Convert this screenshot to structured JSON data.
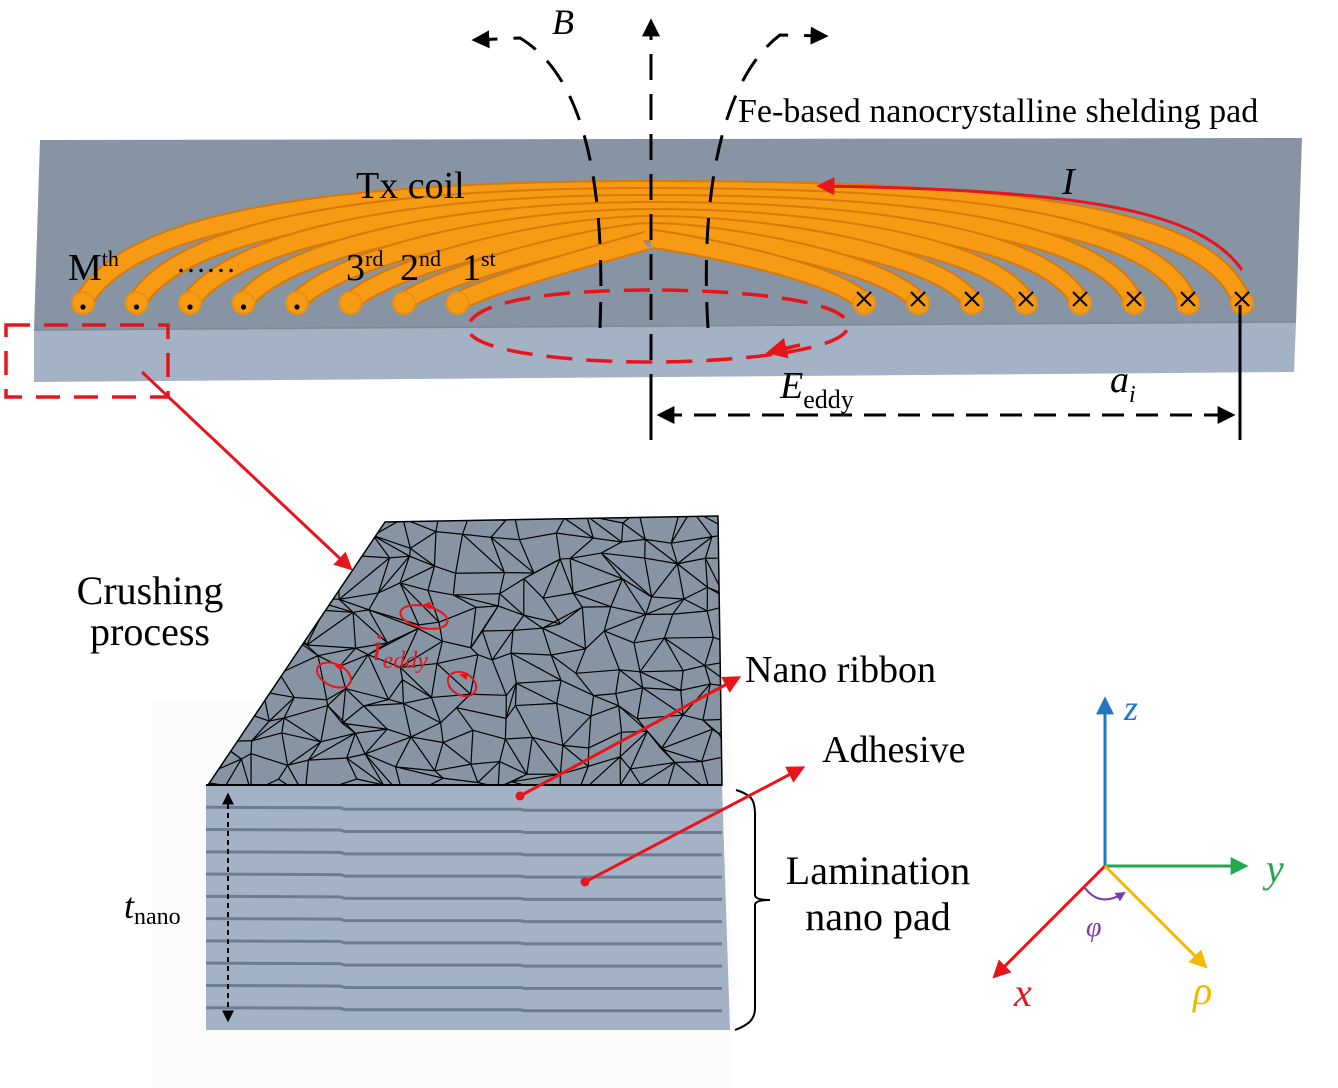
{
  "labels": {
    "b_field": "B",
    "pad_title": "Fe-based nanocrystalline shelding pad",
    "tx_coil": "Tx coil",
    "current": "I",
    "turn_m": "M",
    "turn_m_sup": "th",
    "ellipsis": "……",
    "turn_3": "3",
    "turn_3_sup": "rd",
    "turn_2": "2",
    "turn_2_sup": "nd",
    "turn_1": "1",
    "turn_1_sup": "st",
    "e_eddy": "E",
    "e_eddy_sub": "eddy",
    "radius": "a",
    "radius_sub": "i",
    "crushing_line1": "Crushing",
    "crushing_line2": "process",
    "i_eddy": "i",
    "i_eddy_sub": "eddy",
    "nano_ribbon": "Nano ribbon",
    "adhesive": "Adhesive",
    "lamination_line1": "Lamination",
    "lamination_line2": "nano pad",
    "t_nano": "t",
    "t_nano_sub": "nano"
  },
  "coil": {
    "left_turns_symbol": "dot",
    "right_turns_symbol": "cross",
    "left_turn_count": 8,
    "right_turn_count": 8
  },
  "lamination": {
    "layer_count": 11
  },
  "axes": {
    "z": {
      "label": "z",
      "color": "#1f77c4"
    },
    "y": {
      "label": "y",
      "color": "#22a84a"
    },
    "x": {
      "label": "x",
      "color": "#e8141c"
    },
    "rho": {
      "label": "ρ",
      "color": "#f5b800"
    },
    "phi": {
      "label": "φ",
      "color": "#7a3aa8"
    }
  },
  "colors": {
    "pad_top": "#8794a3",
    "pad_side": "#a3b2c4",
    "coil": "#f79a14",
    "annotation": "#e8141c"
  }
}
